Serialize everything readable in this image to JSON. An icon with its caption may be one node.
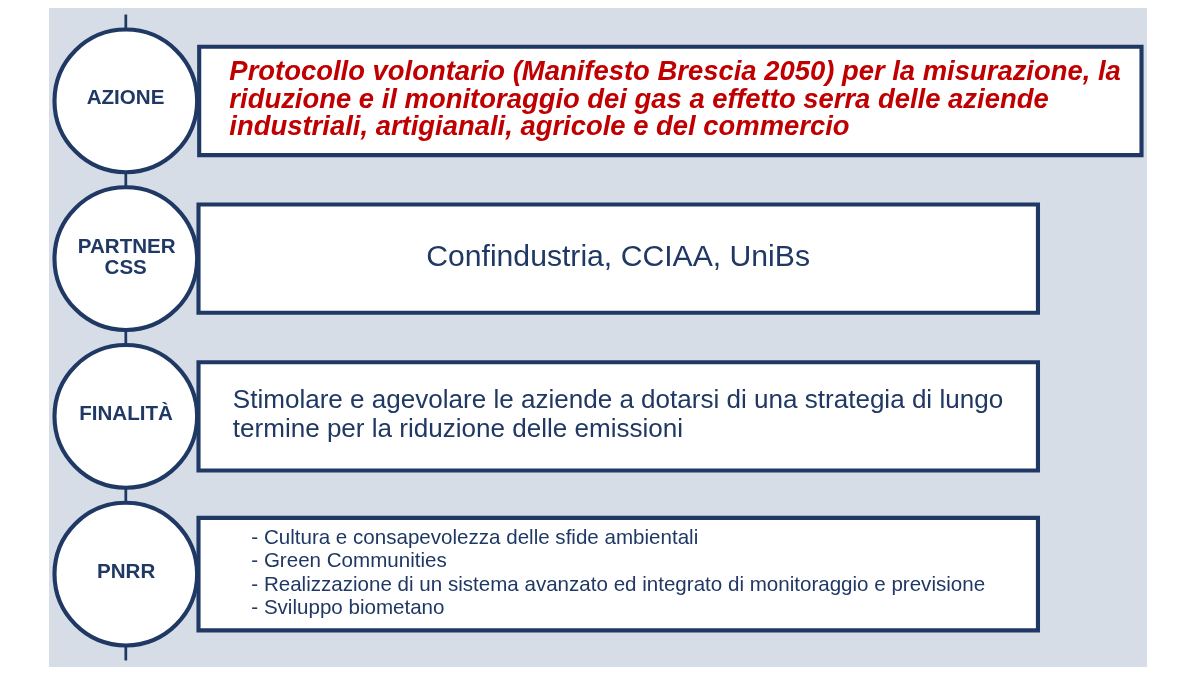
{
  "diagram": {
    "nodes": [
      {
        "text": [
          "AZIONE"
        ]
      },
      {
        "text": [
          "Protocollo volontario (Manifesto Brescia 2050) per la misurazione, la riduzione e il monitoraggio dei gas a effetto serra delle aziende industriali, artigianali, agricole e del commercio"
        ]
      },
      {
        "text": [
          "PARTNER CSS"
        ]
      },
      {
        "text": [
          "Confindustria, CCIAA, UniBs"
        ]
      },
      {
        "text": [
          "FINALITÀ"
        ]
      },
      {
        "text": [
          "Stimolare e agevolare le aziende a dotarsi di una strategia di lungo termine per la riduzione delle emissioni"
        ]
      },
      {
        "text": [
          "PNRR"
        ]
      },
      {
        "text": [
          "- Cultura e consapevolezza delle sfide ambientali",
          "- Green Communities",
          "- Realizzazione di un sistema avanzato ed integrato di monitoraggio e previsione",
          "- Sviluppo biometano"
        ]
      }
    ],
    "edges": [
      {
        "from": null,
        "to": 0,
        "arrow": "none"
      },
      {
        "from": 0,
        "to": 2,
        "arrow": "none"
      },
      {
        "from": 2,
        "to": 4,
        "arrow": "none"
      },
      {
        "from": 4,
        "to": 6,
        "arrow": "none"
      },
      {
        "from": 6,
        "to": null,
        "arrow": "none"
      }
    ]
  }
}
